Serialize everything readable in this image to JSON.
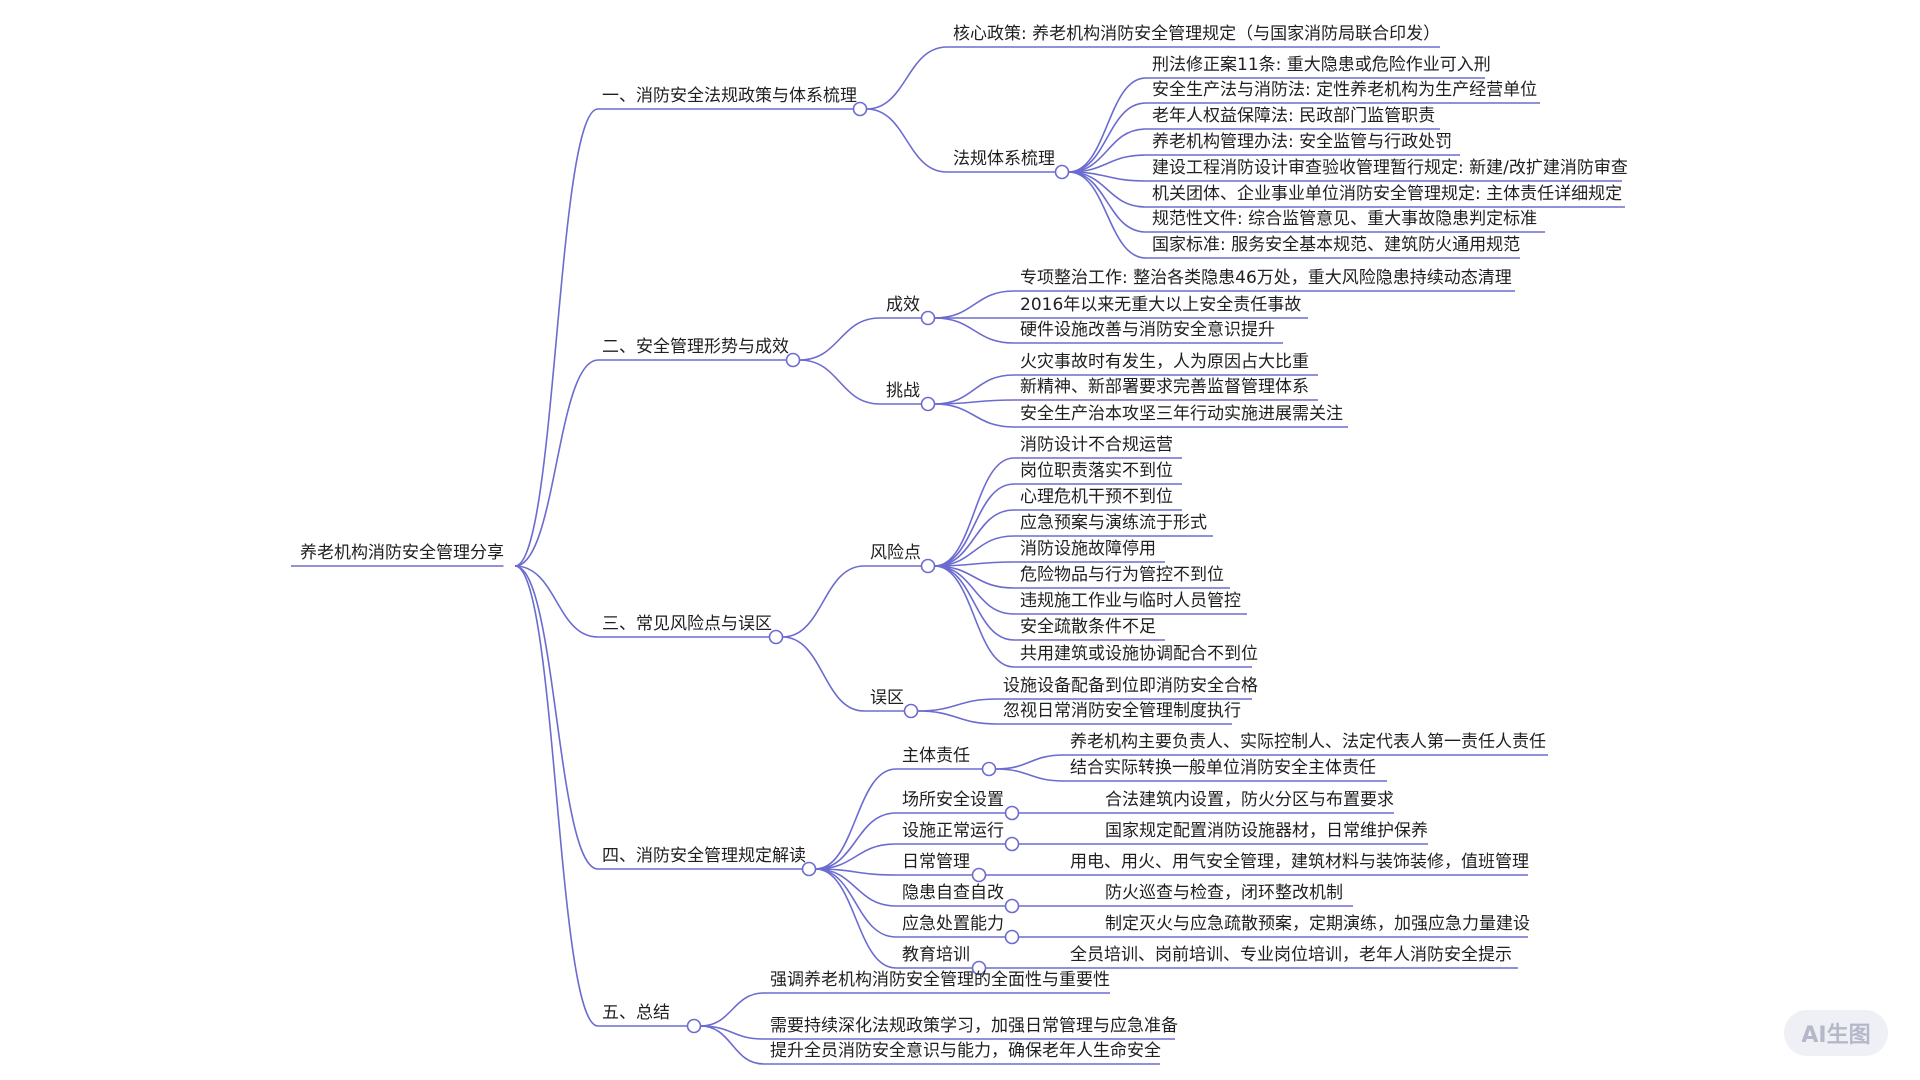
{
  "title": "养老机构消防安全管理分享",
  "colors": {
    "line": "#6b6bd0",
    "text": "#1f1f1f",
    "background": "#ffffff"
  },
  "badge": {
    "label": "AI生图"
  },
  "mindmap": {
    "root": "养老机构消防安全管理分享",
    "branches": [
      {
        "label": "一、消防安全法规政策与体系梳理",
        "children": [
          {
            "label": "核心政策: 养老机构消防安全管理规定（与国家消防局联合印发）",
            "children": []
          },
          {
            "label": "法规体系梳理",
            "children": [
              {
                "label": "刑法修正案11条: 重大隐患或危险作业可入刑"
              },
              {
                "label": "安全生产法与消防法: 定性养老机构为生产经营单位"
              },
              {
                "label": "老年人权益保障法: 民政部门监管职责"
              },
              {
                "label": "养老机构管理办法: 安全监管与行政处罚"
              },
              {
                "label": "建设工程消防设计审查验收管理暂行规定: 新建/改扩建消防审查"
              },
              {
                "label": "机关团体、企业事业单位消防安全管理规定: 主体责任详细规定"
              },
              {
                "label": "规范性文件: 综合监管意见、重大事故隐患判定标准"
              },
              {
                "label": "国家标准: 服务安全基本规范、建筑防火通用规范"
              }
            ]
          }
        ]
      },
      {
        "label": "二、安全管理形势与成效",
        "children": [
          {
            "label": "成效",
            "children": [
              {
                "label": "专项整治工作: 整治各类隐患46万处，重大风险隐患持续动态清理"
              },
              {
                "label": "2016年以来无重大以上安全责任事故"
              },
              {
                "label": "硬件设施改善与消防安全意识提升"
              }
            ]
          },
          {
            "label": "挑战",
            "children": [
              {
                "label": "火灾事故时有发生，人为原因占大比重"
              },
              {
                "label": "新精神、新部署要求完善监督管理体系"
              },
              {
                "label": "安全生产治本攻坚三年行动实施进展需关注"
              }
            ]
          }
        ]
      },
      {
        "label": "三、常见风险点与误区",
        "children": [
          {
            "label": "风险点",
            "children": [
              {
                "label": "消防设计不合规运营"
              },
              {
                "label": "岗位职责落实不到位"
              },
              {
                "label": "心理危机干预不到位"
              },
              {
                "label": "应急预案与演练流于形式"
              },
              {
                "label": "消防设施故障停用"
              },
              {
                "label": "危险物品与行为管控不到位"
              },
              {
                "label": "违规施工作业与临时人员管控"
              },
              {
                "label": "安全疏散条件不足"
              },
              {
                "label": "共用建筑或设施协调配合不到位"
              }
            ]
          },
          {
            "label": "误区",
            "children": [
              {
                "label": "设施设备配备到位即消防安全合格"
              },
              {
                "label": "忽视日常消防安全管理制度执行"
              }
            ]
          }
        ]
      },
      {
        "label": "四、消防安全管理规定解读",
        "children": [
          {
            "label": "主体责任",
            "children": [
              {
                "label": "养老机构主要负责人、实际控制人、法定代表人第一责任人责任"
              },
              {
                "label": "结合实际转换一般单位消防安全主体责任"
              }
            ]
          },
          {
            "label": "场所安全设置",
            "children": [
              {
                "label": "合法建筑内设置，防火分区与布置要求"
              }
            ]
          },
          {
            "label": "设施正常运行",
            "children": [
              {
                "label": "国家规定配置消防设施器材，日常维护保养"
              }
            ]
          },
          {
            "label": "日常管理",
            "children": [
              {
                "label": "用电、用火、用气安全管理，建筑材料与装饰装修，值班管理"
              }
            ]
          },
          {
            "label": "隐患自查自改",
            "children": [
              {
                "label": "防火巡查与检查，闭环整改机制"
              }
            ]
          },
          {
            "label": "应急处置能力",
            "children": [
              {
                "label": "制定灭火与应急疏散预案，定期演练，加强应急力量建设"
              }
            ]
          },
          {
            "label": "教育培训",
            "children": [
              {
                "label": "全员培训、岗前培训、专业岗位培训，老年人消防安全提示"
              }
            ]
          }
        ]
      },
      {
        "label": "五、总结",
        "children": [
          {
            "label": "强调养老机构消防安全管理的全面性与重要性"
          },
          {
            "label": "需要持续深化法规政策学习，加强日常管理与应急准备"
          },
          {
            "label": "提升全员消防安全意识与能力，确保老年人生命安全"
          }
        ]
      }
    ]
  }
}
